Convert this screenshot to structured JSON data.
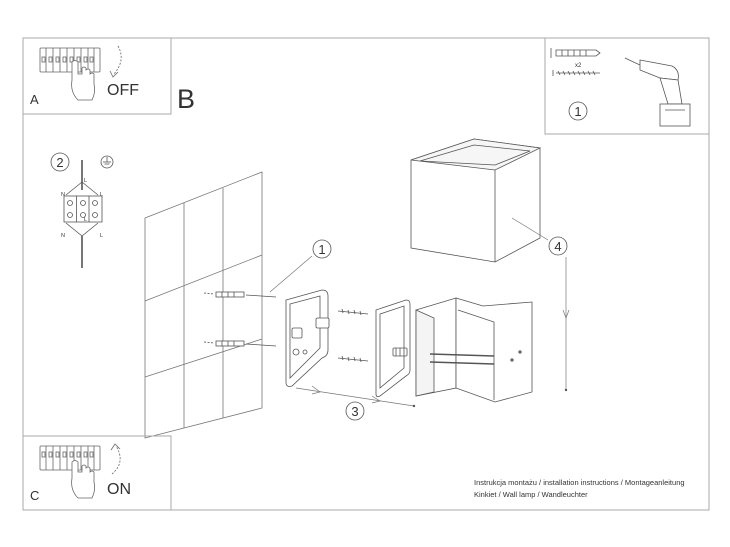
{
  "panels": {
    "a": {
      "letter": "A",
      "action": "OFF"
    },
    "b": {
      "letter": "B"
    },
    "c": {
      "letter": "C",
      "action": "ON"
    }
  },
  "tools": {
    "step": "1",
    "quantity": "x2"
  },
  "wiring": {
    "step": "2",
    "terminals": [
      "N",
      "L",
      "L",
      "N",
      "L",
      "L"
    ]
  },
  "steps": {
    "mount": "1",
    "fix": "3",
    "attach": "4"
  },
  "footer": {
    "line1": "Instrukcja montażu / installation instructions / Montageanleitung",
    "line2": "Kinkiet / Wall lamp / Wandleuchter"
  }
}
